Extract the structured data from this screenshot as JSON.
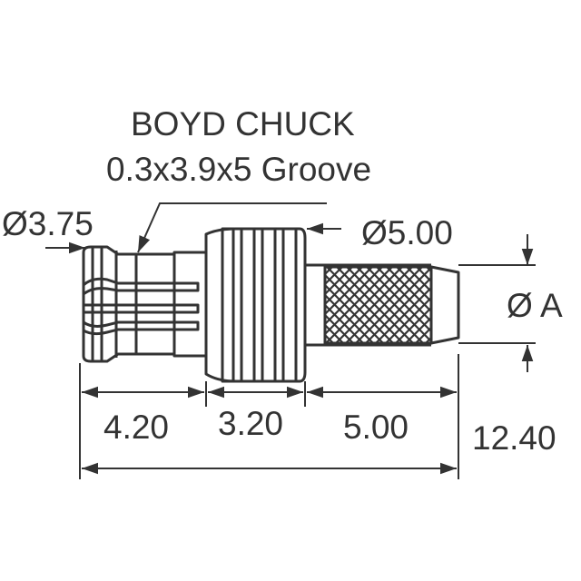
{
  "title": {
    "line1": "BOYD CHUCK",
    "line2": "0.3x3.9x5 Groove"
  },
  "callouts": {
    "collet_diameter": "Ø3.75",
    "body_diameter": "Ø5.00",
    "tip_diameter": "Ø A"
  },
  "dimensions": {
    "segment_1": "4.20",
    "segment_2": "3.20",
    "segment_3": "5.00",
    "overall_length": "12.40"
  },
  "colors": {
    "line": "#333333",
    "background": "#ffffff"
  }
}
